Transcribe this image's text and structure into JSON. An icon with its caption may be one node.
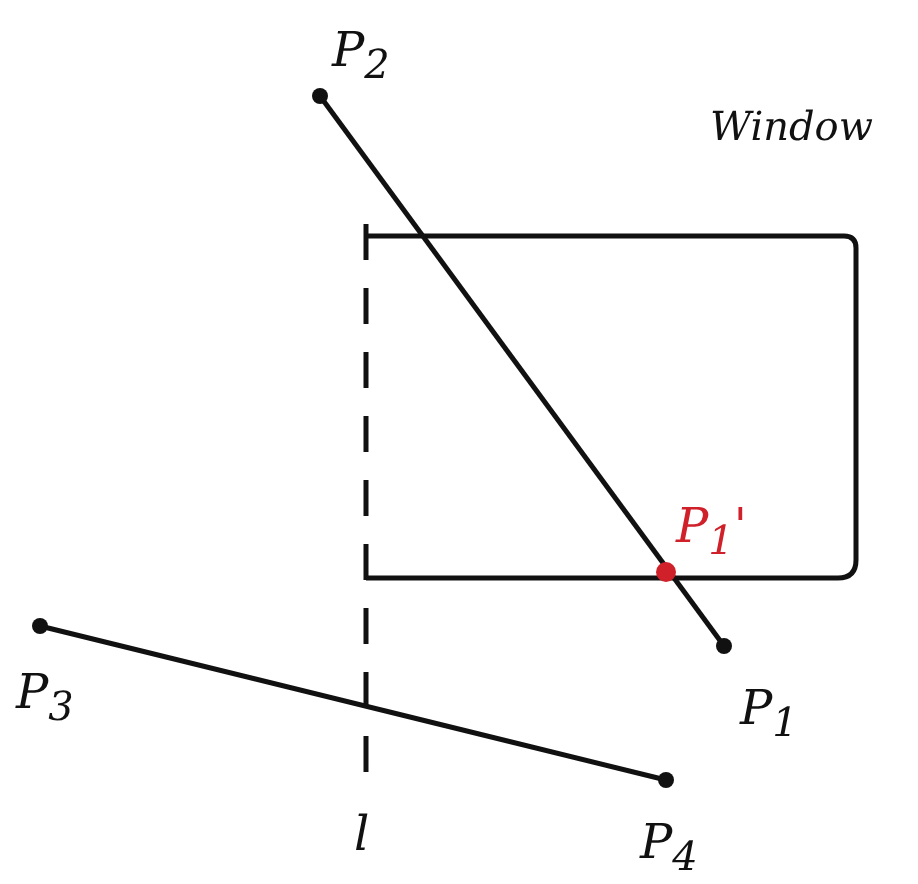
{
  "diagram": {
    "nodes": [
      {
        "text": [
          "P$_{2}$"
        ]
      },
      {
        "text": [
          "P$_{1}$"
        ]
      },
      {
        "text": [
          "P$_{3}$"
        ]
      },
      {
        "text": [
          "P$_{4}$"
        ]
      }
    ],
    "edges": [
      {
        "from": 0,
        "to": 1,
        "arrow": "none"
      },
      {
        "from": 2,
        "to": 3,
        "arrow": "none"
      }
    ],
    "labels": [
      "Window",
      "P$_{1}$'",
      "l"
    ]
  }
}
